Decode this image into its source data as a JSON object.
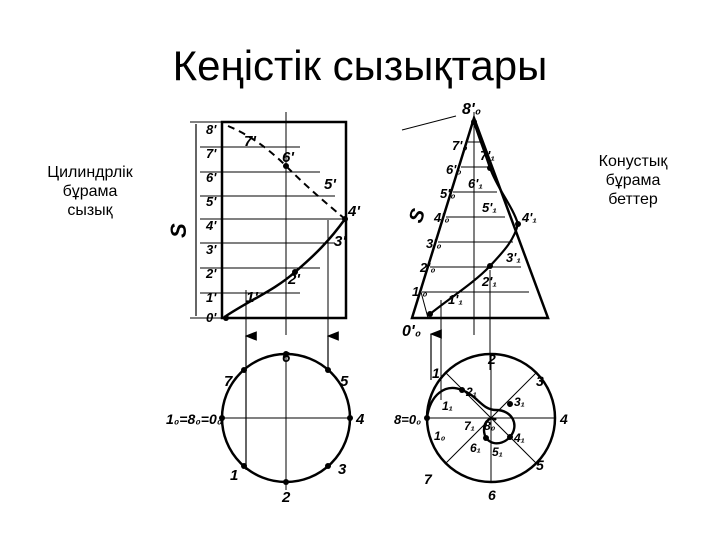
{
  "title": "Кеңістік сызықтары",
  "left_caption": [
    "Цилиндрлік",
    "бұрама",
    "сызық"
  ],
  "right_caption": [
    "Конустық",
    "бұрама",
    "беттер"
  ],
  "cylinder_front": {
    "height_label": "S",
    "axis_labels": [
      "8'",
      "7'",
      "6'",
      "5'",
      "4'",
      "3'",
      "2'",
      "1'",
      "0'"
    ],
    "curve_labels": [
      "7'",
      "6'",
      "5'",
      "4'",
      "3'",
      "2'",
      "1'"
    ]
  },
  "cylinder_top": {
    "point_labels": [
      "6",
      "7",
      "5",
      "4",
      "3",
      "1",
      "2"
    ],
    "left_label": "1₀=8₀=0₀"
  },
  "cone_front": {
    "apex_label": "8'₀",
    "height_label": "S",
    "left_labels": [
      "7'₀",
      "6'₀",
      "5'₀",
      "4'₀",
      "3'₀",
      "2'₀",
      "1'₀"
    ],
    "inner_labels": [
      "7'₁",
      "6'₁",
      "5'₁",
      "4'₁",
      "3'₁",
      "2'₁",
      "1'₁"
    ],
    "base_label": "0'₀"
  },
  "cone_top": {
    "outer_labels": [
      "2",
      "3",
      "4",
      "5",
      "6",
      "7",
      "1"
    ],
    "left_label": "8=0₀",
    "center_label": "8₀",
    "inner_labels": [
      "2₁",
      "3₁",
      "1₁",
      "7₁",
      "4₁",
      "6₁",
      "5₁",
      "1₀"
    ]
  }
}
